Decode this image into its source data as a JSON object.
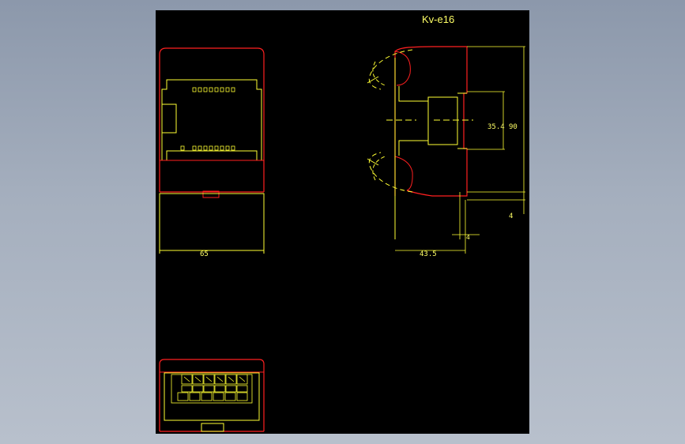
{
  "drawing": {
    "title": "Kv-e16",
    "colors": {
      "background": "#000000",
      "outline": "#ff1a1a",
      "dimension": "#ffff33",
      "frame": "#8e9aad"
    },
    "dimensions": {
      "front_width": "65",
      "side_depth": "43.5",
      "inner_height": "35.4",
      "total_height": "90",
      "rail_offset": "4",
      "rail_gap": "4"
    }
  }
}
